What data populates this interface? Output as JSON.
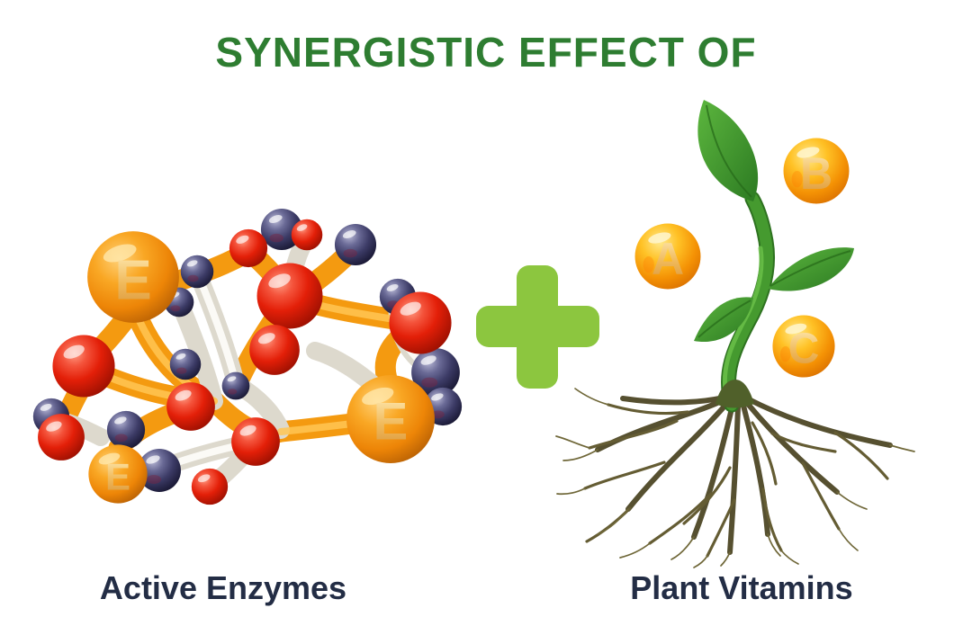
{
  "title": "SYNERGISTIC EFFECT OF",
  "plus": {
    "icon": "plus-icon"
  },
  "left": {
    "caption": "Active Enzymes",
    "sphere_letters": [
      "E",
      "E",
      "E"
    ]
  },
  "right": {
    "caption": "Plant Vitamins",
    "vitamin_letters": [
      "A",
      "B",
      "C"
    ]
  },
  "colors": {
    "title_green": "#2e7d31",
    "plus_green": "#8cc63f",
    "caption_navy": "#232d45",
    "tube_orange": "#f49a10",
    "tube_white": "#ddd9cd",
    "enzyme_orange": "#f29a1a",
    "molecule_red": "#e8200a",
    "molecule_navy": "#3c3b66",
    "vitamin_orange": "#f9a808",
    "letter_gold": "#f3c267",
    "stem_green": "#459a2f",
    "leaf_green": "#3b8f2d",
    "root_brown": "#565030"
  }
}
